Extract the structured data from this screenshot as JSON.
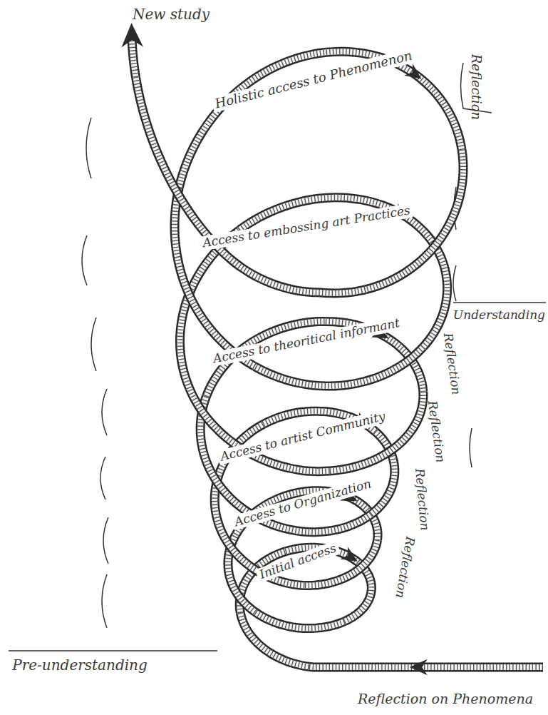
{
  "diagram": {
    "labels": [
      "New study",
      "Holistic access to Phenomenon",
      "Reflection",
      "Access to embossing art Practices",
      "Understanding",
      "Access to theoritical informant",
      "Reflection",
      "Access to artist Community",
      "Reflection",
      "Access to Organization",
      "Reflection",
      "Initial access",
      "Reflection",
      "Pre-understanding",
      "Reflection on Phenomena"
    ]
  }
}
